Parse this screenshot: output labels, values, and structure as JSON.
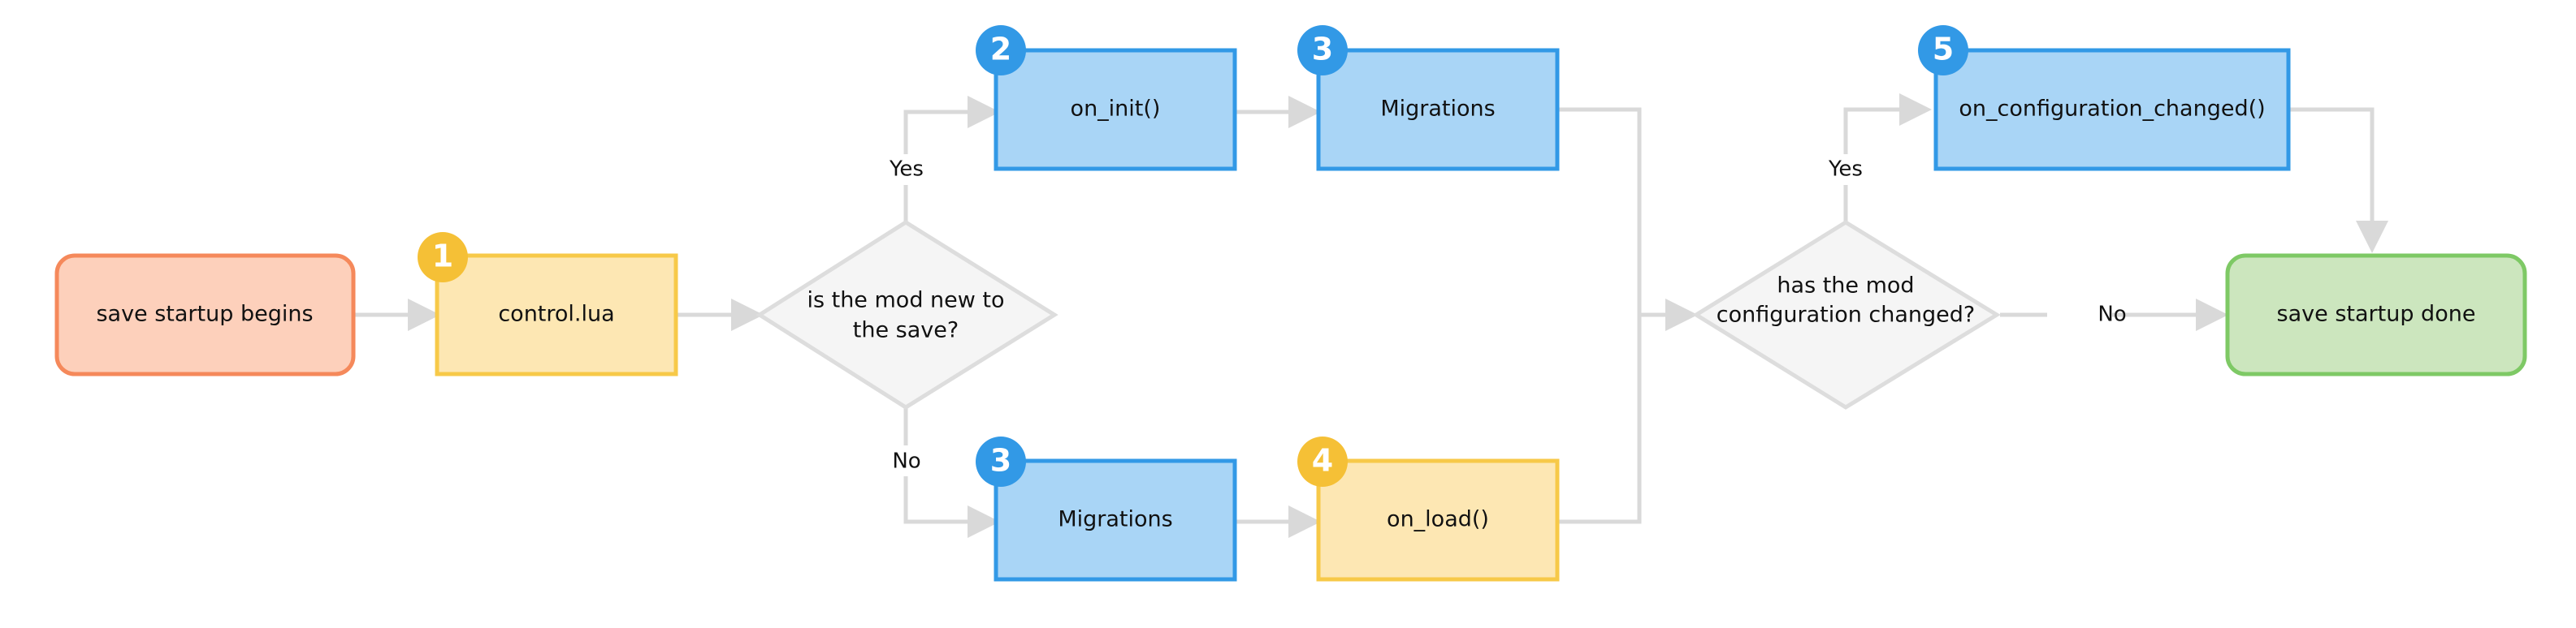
{
  "diagram": {
    "nodes": {
      "start": "save startup begins",
      "control": "control.lua",
      "decision_new": "is the mod new to the save?",
      "decision_new_line1": "is the mod new to",
      "decision_new_line2": "the save?",
      "on_init": "on_init()",
      "migrations_top": "Migrations",
      "migrations_bottom": "Migrations",
      "on_load": "on_load()",
      "decision_config": "has the mod configuration changed?",
      "decision_config_line1": "has the mod",
      "decision_config_line2": "configuration changed?",
      "on_config_changed": "on_configuration_changed()",
      "done": "save startup done"
    },
    "badges": {
      "control": "1",
      "on_init": "2",
      "migrations_top": "3",
      "migrations_bottom": "3",
      "on_load": "4",
      "on_config_changed": "5"
    },
    "edge_labels": {
      "new_yes": "Yes",
      "new_no": "No",
      "config_yes": "Yes",
      "config_no": "No"
    }
  },
  "colors": {
    "start_fill": "#fdd0bb",
    "start_stroke": "#f5895b",
    "yellow_fill": "#fde7b3",
    "yellow_stroke": "#f7c948",
    "blue_fill": "#a9d5f6",
    "blue_stroke": "#3299e6",
    "green_fill": "#cce6be",
    "green_stroke": "#7ec965",
    "decision_fill": "#f5f5f5",
    "decision_stroke": "#dddddd",
    "connector": "#d9d9d9",
    "badge_blue": "#3299e6",
    "badge_yellow": "#f5c036"
  }
}
